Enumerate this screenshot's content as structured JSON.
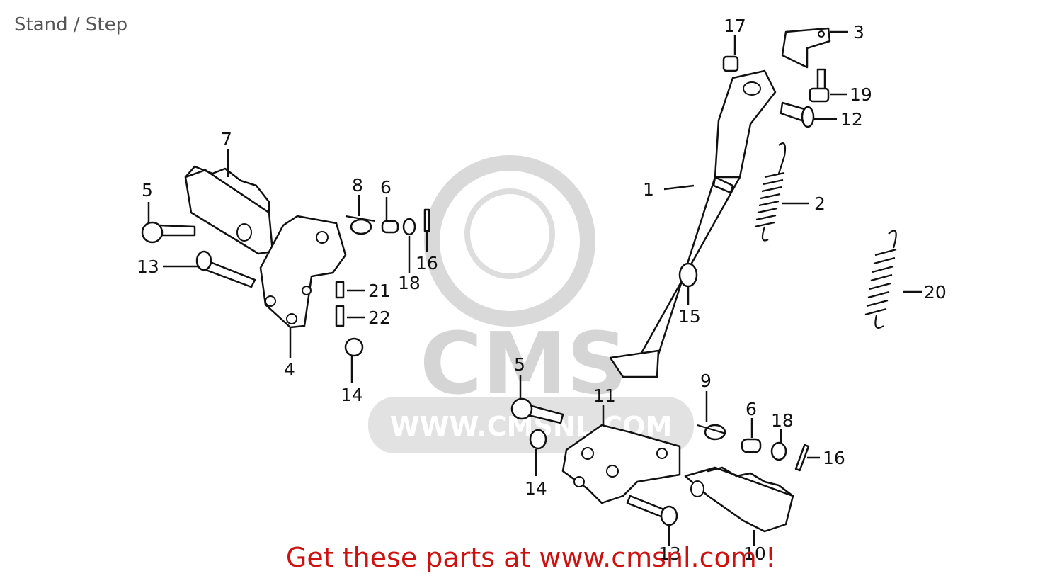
{
  "title": "Stand / Step",
  "footer_text": "Get these parts at www.cmsnl.com !",
  "watermark": {
    "logo_text": "CMS",
    "url_text": "WWW.CMSNL.COM"
  },
  "callouts": {
    "c1": "1",
    "c2": "2",
    "c3": "3",
    "c4": "4",
    "c5a": "5",
    "c5b": "5",
    "c6a": "6",
    "c6b": "6",
    "c7": "7",
    "c8": "8",
    "c9": "9",
    "c10": "10",
    "c11": "11",
    "c12": "12",
    "c13a": "13",
    "c13b": "13",
    "c14a": "14",
    "c14b": "14",
    "c15": "15",
    "c16a": "16",
    "c16b": "16",
    "c17": "17",
    "c18a": "18",
    "c18b": "18",
    "c19": "19",
    "c20": "20",
    "c21": "21",
    "c22": "22"
  },
  "colors": {
    "footer": "#cc1111",
    "title": "#555555",
    "line_art": "#111111",
    "watermark": "#d9d9d9"
  }
}
